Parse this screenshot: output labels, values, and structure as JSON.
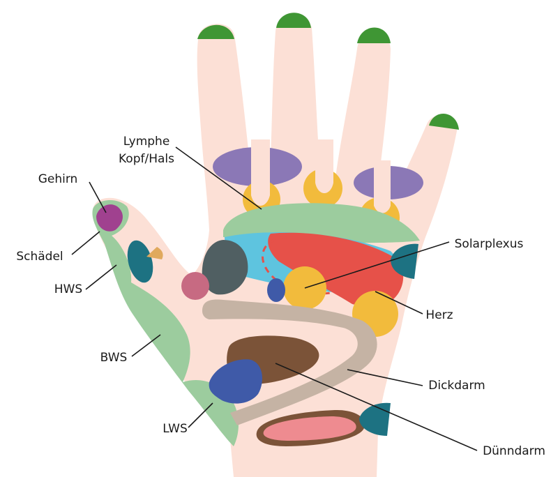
{
  "labels": {
    "lymphe_line1": "Lymphe",
    "lymphe_line2": "Kopf/Hals",
    "gehirn": "Gehirn",
    "schaedel": "Schädel",
    "hws": "HWS",
    "bws": "BWS",
    "lws": "LWS",
    "solarplexus": "Solarplexus",
    "herz": "Herz",
    "dickdarm": "Dickdarm",
    "duenndarm": "Dünndarm"
  },
  "colors": {
    "skin": "#fce0d6",
    "fingernail": "#3f9634",
    "purple_sinus": "#8b78b6",
    "lymph_yellow": "#f2bb3c",
    "green_zone": "#9ccc9e",
    "light_blue": "#5ec4df",
    "heart_red": "#e65149",
    "teal": "#1d7282",
    "dark_gray": "#505f62",
    "pink_rose": "#c76a82",
    "brain_magenta": "#a0418f",
    "dark_blue": "#3f5aa8",
    "brown": "#7b5338",
    "tan_colon": "#c5b3a4",
    "pink_light": "#ee8b90"
  }
}
